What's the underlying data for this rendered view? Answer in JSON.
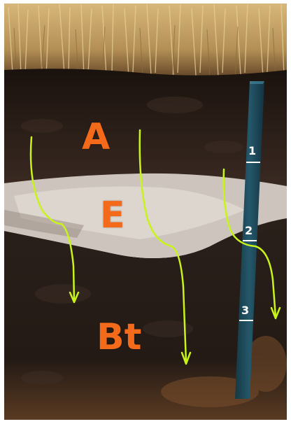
{
  "horizons": {
    "a": "A",
    "e": "E",
    "bt": "Bt"
  },
  "scale": {
    "marks": [
      "1",
      "2",
      "3"
    ]
  },
  "colors": {
    "label_orange": "#f26a1a",
    "arrow_green": "#c8f41a",
    "scale_bar": "#1e4a58",
    "topsoil": "#2a1e18",
    "eluvial": "#cfc7c0",
    "subsoil": "#1f1714",
    "grass": "#c7a56a"
  }
}
